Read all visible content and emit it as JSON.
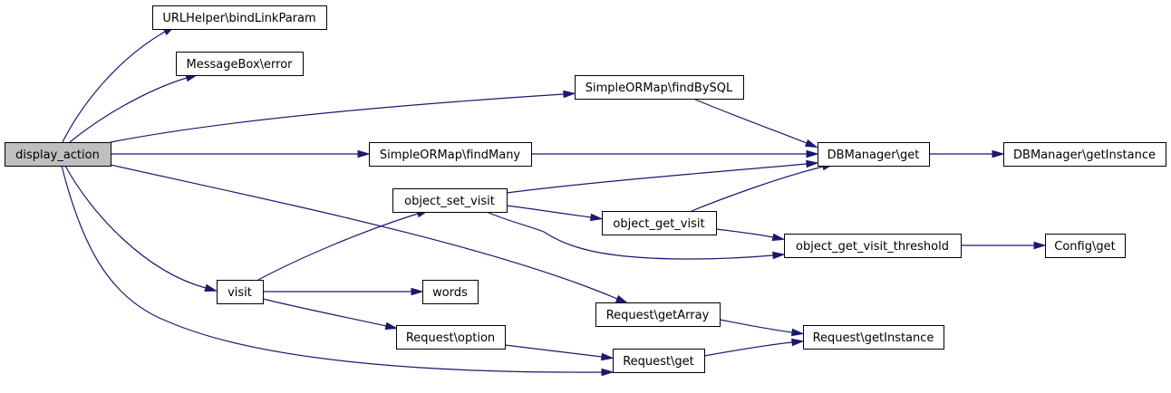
{
  "colors": {
    "edge": "#191970",
    "root_fill": "#bfbfbf",
    "node_fill": "#ffffff",
    "border": "#000000"
  },
  "nodes": [
    {
      "id": "display_action",
      "label": "display_action",
      "root": true
    },
    {
      "id": "bindLinkParam",
      "label": "URLHelper\\bindLinkParam"
    },
    {
      "id": "msgError",
      "label": "MessageBox\\error"
    },
    {
      "id": "findBySQL",
      "label": "SimpleORMap\\findBySQL"
    },
    {
      "id": "findMany",
      "label": "SimpleORMap\\findMany"
    },
    {
      "id": "dbGet",
      "label": "DBManager\\get"
    },
    {
      "id": "dbInst",
      "label": "DBManager\\getInstance"
    },
    {
      "id": "setVisit",
      "label": "object_set_visit"
    },
    {
      "id": "getVisit",
      "label": "object_get_visit"
    },
    {
      "id": "threshold",
      "label": "object_get_visit_threshold"
    },
    {
      "id": "configGet",
      "label": "Config\\get"
    },
    {
      "id": "visit",
      "label": "visit"
    },
    {
      "id": "words",
      "label": "words"
    },
    {
      "id": "reqArray",
      "label": "Request\\getArray"
    },
    {
      "id": "reqOption",
      "label": "Request\\option"
    },
    {
      "id": "reqInst",
      "label": "Request\\getInstance"
    },
    {
      "id": "reqGet",
      "label": "Request\\get"
    }
  ],
  "edges": [
    {
      "from": "display_action",
      "to": "bindLinkParam"
    },
    {
      "from": "display_action",
      "to": "msgError"
    },
    {
      "from": "display_action",
      "to": "findBySQL"
    },
    {
      "from": "display_action",
      "to": "findMany"
    },
    {
      "from": "display_action",
      "to": "reqArray"
    },
    {
      "from": "display_action",
      "to": "visit"
    },
    {
      "from": "display_action",
      "to": "reqGet"
    },
    {
      "from": "findBySQL",
      "to": "dbGet"
    },
    {
      "from": "findMany",
      "to": "dbGet"
    },
    {
      "from": "dbGet",
      "to": "dbInst"
    },
    {
      "from": "setVisit",
      "to": "dbGet"
    },
    {
      "from": "getVisit",
      "to": "dbGet"
    },
    {
      "from": "setVisit",
      "to": "getVisit"
    },
    {
      "from": "setVisit",
      "to": "threshold"
    },
    {
      "from": "getVisit",
      "to": "threshold"
    },
    {
      "from": "threshold",
      "to": "configGet"
    },
    {
      "from": "visit",
      "to": "setVisit"
    },
    {
      "from": "visit",
      "to": "words"
    },
    {
      "from": "visit",
      "to": "reqOption"
    },
    {
      "from": "reqArray",
      "to": "reqInst"
    },
    {
      "from": "reqOption",
      "to": "reqGet"
    },
    {
      "from": "reqGet",
      "to": "reqInst"
    }
  ]
}
